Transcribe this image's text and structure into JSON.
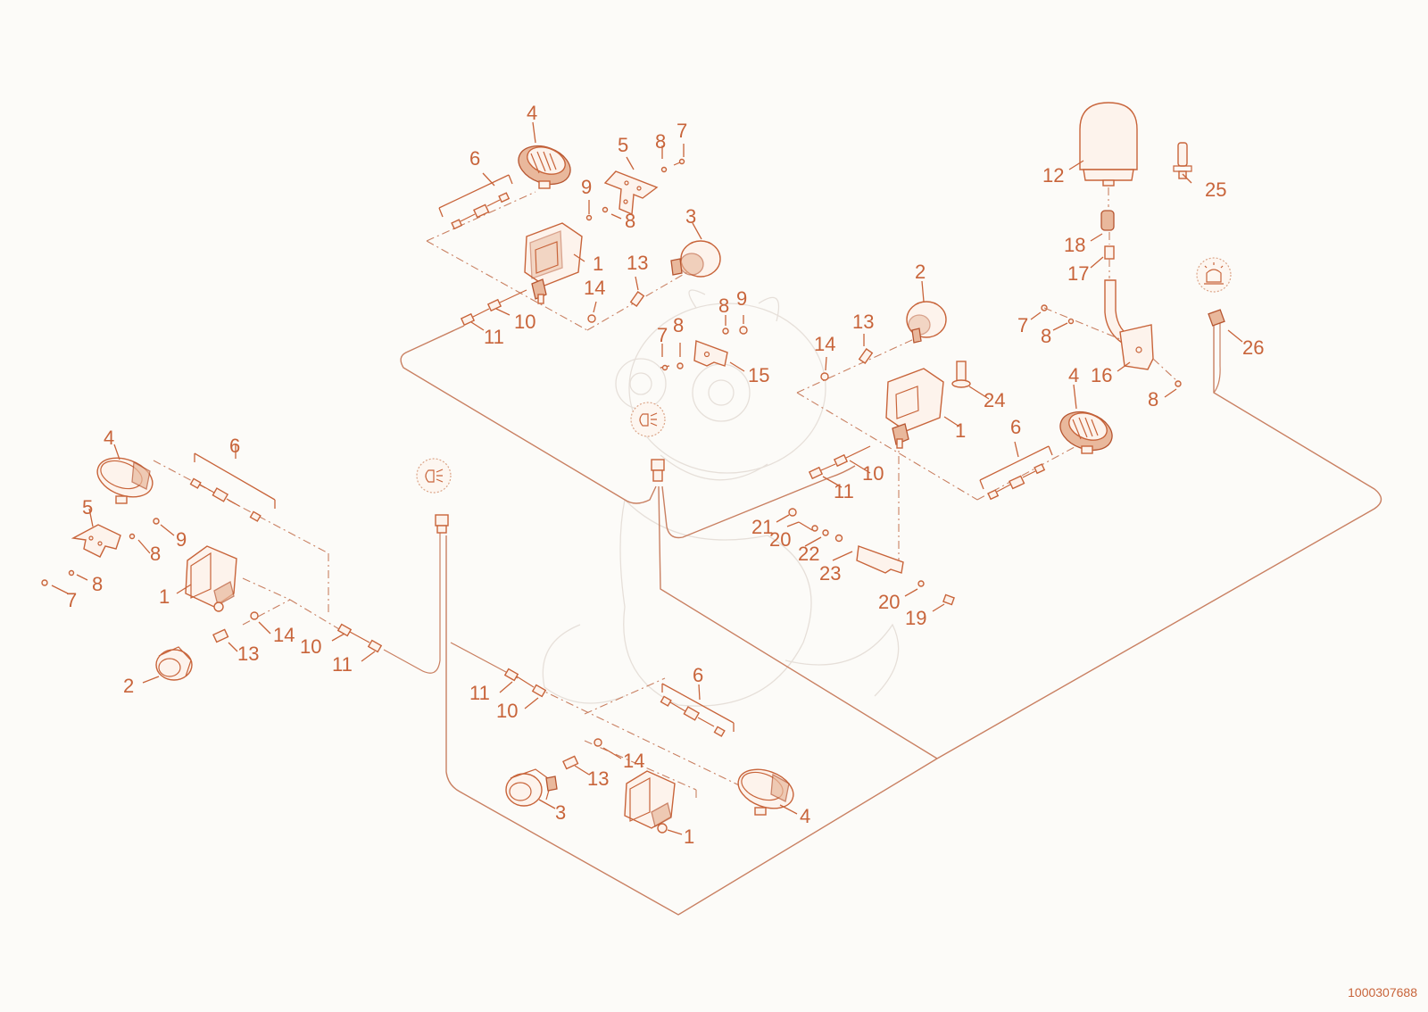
{
  "colors": {
    "line": "#c8643a",
    "wire": "#c98062",
    "background": "#fcfbf8"
  },
  "document_number": "1000307688",
  "callouts": {
    "c_top_4": "4",
    "c_top_6": "6",
    "c_top_5": "5",
    "c_top_8a": "8",
    "c_top_7": "7",
    "c_top_9": "9",
    "c_top_8b": "8",
    "c_top_3": "3",
    "c_top_1": "1",
    "c_top_13": "13",
    "c_top_14": "14",
    "c_top_10": "10",
    "c_top_11": "11",
    "c_mid_8": "8",
    "c_mid_9": "9",
    "c_mid_7": "7",
    "c_mid_8b": "8",
    "c_mid_15": "15",
    "c_c_2": "2",
    "c_c_13": "13",
    "c_c_14": "14",
    "c_c_24": "24",
    "c_c_1": "1",
    "c_c_10": "10",
    "c_c_11": "11",
    "c_c_6": "6",
    "c_c_4": "4",
    "c_b_21": "21",
    "c_b_20": "20",
    "c_b_22": "22",
    "c_b_23": "23",
    "c_b_20b": "20",
    "c_b_19": "19",
    "c_r_12": "12",
    "c_r_25": "25",
    "c_r_18": "18",
    "c_r_17": "17",
    "c_r_7": "7",
    "c_r_8": "8",
    "c_r_16": "16",
    "c_r_8b": "8",
    "c_r_26": "26",
    "c_l_4": "4",
    "c_l_6": "6",
    "c_l_5": "5",
    "c_l_9": "9",
    "c_l_8a": "8",
    "c_l_8b": "8",
    "c_l_7": "7",
    "c_l_1": "1",
    "c_l_14": "14",
    "c_l_10": "10",
    "c_l_13": "13",
    "c_l_2": "2",
    "c_l_11": "11",
    "c_lo_11": "11",
    "c_lo_10": "10",
    "c_lo_6": "6",
    "c_lo_14": "14",
    "c_lo_13": "13",
    "c_lo_3": "3",
    "c_lo_1": "1",
    "c_lo_4": "4"
  },
  "icons": [
    "work-light-symbol-icon",
    "beacon-symbol-icon",
    "headlight-icon",
    "work-lamp-icon",
    "oval-lamp-icon",
    "beacon-icon",
    "bulb-icon"
  ]
}
